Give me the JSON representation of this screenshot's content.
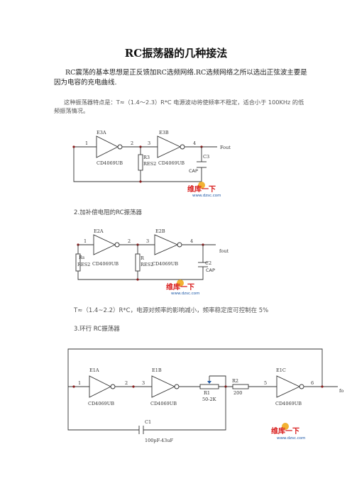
{
  "doc": {
    "title": "RC振荡器的几种接法",
    "intro": "RC震荡的基本思想是正反馈加RC选频网络.RC选频网络之所以选出正弦波主要是因为电容的充电曲线.",
    "note": "这种振荡器特点是：T≈（1.4～2.3）R*C 电源波动将使频率不稳定，适合小于 100KHz 的低频振荡情况。",
    "section2": "2.加补偿电阻的RC振荡器",
    "formula2": "T≈（1.4~2.2）R*C，电源对频率的影响减小，频率稳定度可控制在 5%",
    "section3": "3.环行 RC振荡器"
  },
  "circuit1": {
    "gate_a": "E3A",
    "gate_b": "E3B",
    "chip_a": "CD4069UB",
    "chip_b": "CD4069UB",
    "pin1": "1",
    "pin2": "2",
    "pin3": "3",
    "pin4": "4",
    "resistor": "R3",
    "resistor_val": "RES2",
    "cap": "C3",
    "cap_val": "CAP",
    "out": "Fout"
  },
  "circuit2": {
    "gate_a": "E2A",
    "gate_b": "E2B",
    "chip_a": "CD4069UB",
    "chip_b": "CD4069UB",
    "pin1": "1",
    "pin2": "2",
    "pin3": "3",
    "pin4": "4",
    "rs": "Rs",
    "rs_val": "RES2",
    "r": "R",
    "r_val": "RES2",
    "cap": "C2",
    "cap_val": "CAP",
    "out": "fout"
  },
  "circuit3": {
    "gate_a": "E1A",
    "gate_b": "E1B",
    "gate_c": "E1C",
    "chip_a": "CD4069UB",
    "chip_b": "CD4069UB",
    "chip_c": "CD4069UB",
    "pin1": "1",
    "pin2": "2",
    "pin3": "3",
    "pin5": "5",
    "pin6": "6",
    "r1": "R1",
    "r1_val": "50-2K",
    "r2": "R2",
    "r2_val": "200",
    "c1": "C1",
    "c1_val": "100pF-43uF",
    "out": "fo"
  },
  "watermark": {
    "brand": "维库一下",
    "url": "www.dzsc.com",
    "brand_color": "#d81b1b",
    "url_color": "#1a56a6"
  }
}
